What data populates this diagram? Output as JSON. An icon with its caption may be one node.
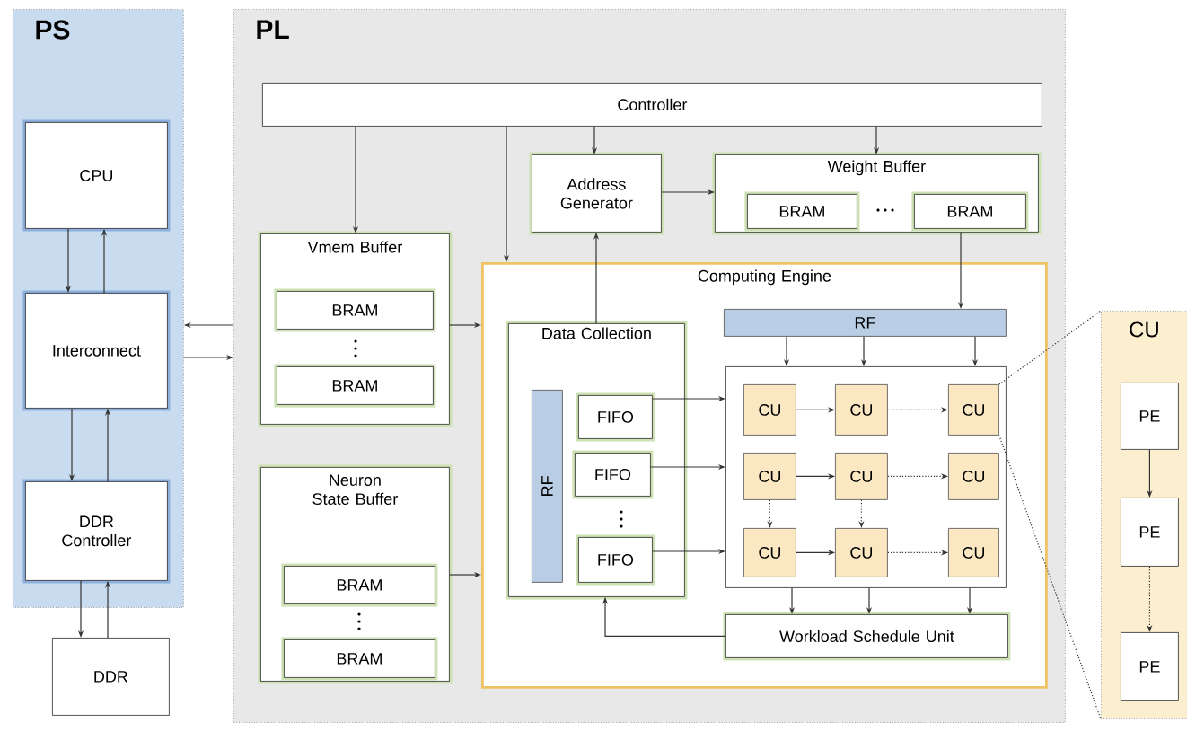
{
  "diagram": {
    "nodes": [
      {
        "text": [
          "PS"
        ]
      },
      {
        "text": [
          "CPU"
        ],
        "in": 0
      },
      {
        "text": [
          "Interconnect"
        ],
        "in": 0
      },
      {
        "text": [
          "DDR Controller"
        ],
        "in": 0
      },
      {
        "text": [
          "DDR"
        ]
      },
      {
        "text": [
          "PL"
        ]
      },
      {
        "text": [
          "Controller"
        ],
        "in": 5
      },
      {
        "text": [
          "Vmem Buffer"
        ],
        "in": 5
      },
      {
        "text": [
          "BRAM"
        ],
        "in": 7
      },
      {
        "text": [
          "BRAM"
        ],
        "in": 7
      },
      {
        "text": [
          "Neuron State Buffer"
        ],
        "in": 5
      },
      {
        "text": [
          "BRAM"
        ],
        "in": 10
      },
      {
        "text": [
          "BRAM"
        ],
        "in": 10
      },
      {
        "text": [
          "Address Generator"
        ],
        "in": 5
      },
      {
        "text": [
          "Weight Buffer"
        ],
        "in": 5
      },
      {
        "text": [
          "BRAM"
        ],
        "in": 14
      },
      {
        "text": [
          "BRAM"
        ],
        "in": 14
      },
      {
        "text": [
          "Computing Engine"
        ],
        "in": 5
      },
      {
        "text": [
          "Data Collection"
        ],
        "in": 17
      },
      {
        "text": [
          "RF"
        ],
        "in": 18
      },
      {
        "text": [
          "FIFO"
        ],
        "in": 18
      },
      {
        "text": [
          "FIFO"
        ],
        "in": 18
      },
      {
        "text": [
          "FIFO"
        ],
        "in": 18
      },
      {
        "text": [
          "RF"
        ],
        "in": 17
      },
      {
        "text": [],
        "shape": "box",
        "in": 17
      },
      {
        "text": [
          "CU"
        ],
        "in": 24
      },
      {
        "text": [
          "CU"
        ],
        "in": 24
      },
      {
        "text": [
          "CU"
        ],
        "in": 24
      },
      {
        "text": [
          "CU"
        ],
        "in": 24
      },
      {
        "text": [
          "CU"
        ],
        "in": 24
      },
      {
        "text": [
          "CU"
        ],
        "in": 24
      },
      {
        "text": [
          "CU"
        ],
        "in": 24
      },
      {
        "text": [
          "CU"
        ],
        "in": 24
      },
      {
        "text": [
          "CU"
        ],
        "in": 24
      },
      {
        "text": [
          "Workload Schedule Unit"
        ],
        "in": 17
      },
      {
        "text": [
          "CU"
        ]
      },
      {
        "text": [
          "PE"
        ],
        "in": 35
      },
      {
        "text": [
          "PE"
        ],
        "in": 35
      },
      {
        "text": [
          "PE"
        ],
        "in": 35
      }
    ],
    "edges": [
      {
        "from": 1,
        "to": 2,
        "arrow": "to"
      },
      {
        "from": 2,
        "to": 1,
        "arrow": "to"
      },
      {
        "from": 2,
        "to": 3,
        "arrow": "to"
      },
      {
        "from": 3,
        "to": 2,
        "arrow": "to"
      },
      {
        "from": 3,
        "to": 4,
        "arrow": "to"
      },
      {
        "from": 4,
        "to": 3,
        "arrow": "to"
      },
      {
        "from": 5,
        "to": 0,
        "arrow": "to"
      },
      {
        "from": 0,
        "to": 5,
        "arrow": "to"
      },
      {
        "from": 6,
        "to": 7,
        "arrow": "to"
      },
      {
        "from": 6,
        "to": 13,
        "arrow": "to"
      },
      {
        "from": 6,
        "to": 14,
        "arrow": "to"
      },
      {
        "from": 6,
        "to": 17,
        "arrow": "to"
      },
      {
        "from": 13,
        "to": 14,
        "arrow": "to"
      },
      {
        "from": 18,
        "to": 13,
        "arrow": "to"
      },
      {
        "from": 14,
        "to": 23,
        "arrow": "to"
      },
      {
        "from": 7,
        "to": 17,
        "arrow": "to"
      },
      {
        "from": 10,
        "to": 17,
        "arrow": "to"
      },
      {
        "from": 23,
        "to": 24,
        "arrow": "to"
      },
      {
        "from": 23,
        "to": 24,
        "arrow": "to"
      },
      {
        "from": 23,
        "to": 24,
        "arrow": "to"
      },
      {
        "from": 20,
        "to": 24,
        "arrow": "to"
      },
      {
        "from": 21,
        "to": 24,
        "arrow": "to"
      },
      {
        "from": 22,
        "to": 24,
        "arrow": "to"
      },
      {
        "from": 25,
        "to": 26,
        "arrow": "to"
      },
      {
        "from": 26,
        "to": 27,
        "arrow": "to",
        "style": "dashed"
      },
      {
        "from": 28,
        "to": 29,
        "arrow": "to"
      },
      {
        "from": 29,
        "to": 30,
        "arrow": "to",
        "style": "dashed"
      },
      {
        "from": 31,
        "to": 32,
        "arrow": "to"
      },
      {
        "from": 32,
        "to": 33,
        "arrow": "to",
        "style": "dashed"
      },
      {
        "from": 28,
        "to": 31,
        "arrow": "to",
        "style": "dashed"
      },
      {
        "from": 29,
        "to": 32,
        "arrow": "to",
        "style": "dashed"
      },
      {
        "from": 24,
        "to": 34,
        "arrow": "to"
      },
      {
        "from": 24,
        "to": 34,
        "arrow": "to"
      },
      {
        "from": 24,
        "to": 34,
        "arrow": "to"
      },
      {
        "from": 34,
        "to": 18,
        "arrow": "to"
      },
      {
        "from": 36,
        "to": 37,
        "arrow": "to"
      },
      {
        "from": 37,
        "to": 38,
        "arrow": "to",
        "style": "dashed"
      },
      {
        "from": 27,
        "to": 35,
        "arrow": "none",
        "style": "dashed"
      },
      {
        "from": 27,
        "to": 35,
        "arrow": "none",
        "style": "dashed"
      }
    ]
  }
}
